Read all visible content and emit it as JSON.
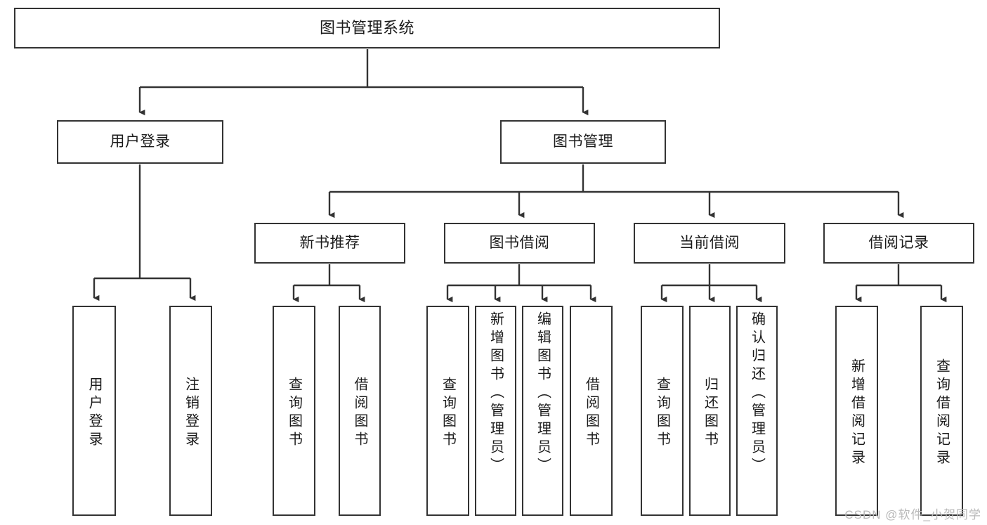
{
  "diagram": {
    "type": "tree-hierarchy",
    "title": "图书管理系统",
    "orientation": "top-down",
    "colors": {
      "box_border": "#333333",
      "box_fill": "#ffffff",
      "edge": "#333333",
      "text": "#1a1a1a",
      "watermark": "#b9b9b9",
      "background": "#ffffff"
    },
    "watermark": "CSDN @软件_小贺同学"
  },
  "nodes": {
    "root": {
      "label": "图书管理系统",
      "level": 1
    },
    "level2": [
      {
        "id": "user-login",
        "label": "用户登录"
      },
      {
        "id": "book-manage",
        "label": "图书管理"
      }
    ],
    "level3": [
      {
        "id": "new-book-recommend",
        "label": "新书推荐",
        "parent": "book-manage"
      },
      {
        "id": "book-borrow",
        "label": "图书借阅",
        "parent": "book-manage"
      },
      {
        "id": "current-borrow",
        "label": "当前借阅",
        "parent": "book-manage"
      },
      {
        "id": "borrow-record",
        "label": "借阅记录",
        "parent": "book-manage"
      }
    ],
    "leaves": {
      "user-login": [
        {
          "id": "leaf-user-login",
          "label": "用户登录"
        },
        {
          "id": "leaf-user-logout",
          "label": "注销登录"
        }
      ],
      "new-book-recommend": [
        {
          "id": "leaf-query-book-1",
          "label": "查询图书"
        },
        {
          "id": "leaf-borrow-book-1",
          "label": "借阅图书"
        }
      ],
      "book-borrow": [
        {
          "id": "leaf-query-book-2",
          "label": "查询图书"
        },
        {
          "id": "leaf-add-book",
          "label": "新增图书（管理员）"
        },
        {
          "id": "leaf-edit-book",
          "label": "编辑图书（管理员）"
        },
        {
          "id": "leaf-borrow-book-2",
          "label": "借阅图书"
        }
      ],
      "current-borrow": [
        {
          "id": "leaf-query-book-3",
          "label": "查询图书"
        },
        {
          "id": "leaf-return-book",
          "label": "归还图书"
        },
        {
          "id": "leaf-confirm-return",
          "label": "确认归还（管理员）"
        }
      ],
      "borrow-record": [
        {
          "id": "leaf-add-record",
          "label": "新增借阅记录"
        },
        {
          "id": "leaf-query-record",
          "label": "查询借阅记录"
        }
      ]
    }
  }
}
